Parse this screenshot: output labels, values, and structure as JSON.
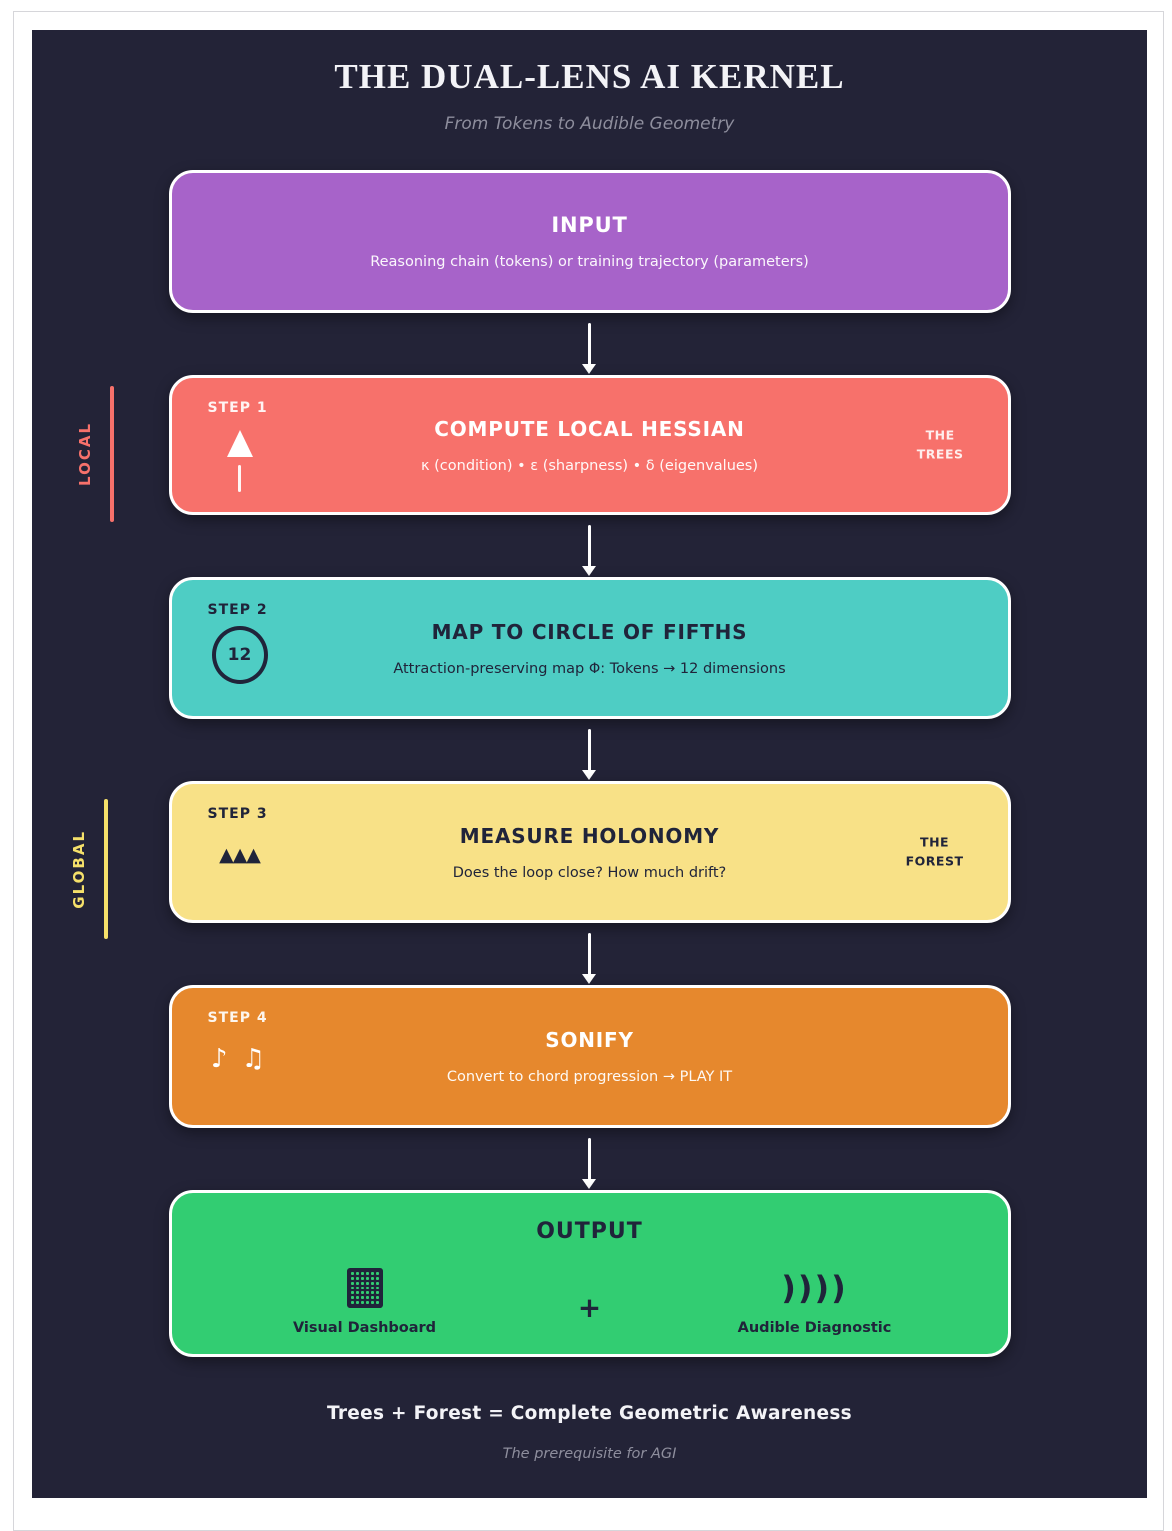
{
  "header": {
    "title": "THE DUAL-LENS AI KERNEL",
    "subtitle": "From Tokens to Audible Geometry"
  },
  "rails": {
    "local": {
      "label": "LOCAL",
      "color": "#f7716b"
    },
    "global": {
      "label": "GLOBAL",
      "color": "#f5e06a"
    }
  },
  "nodes": {
    "input": {
      "title": "INPUT",
      "desc": "Reasoning chain (tokens) or training trajectory (parameters)",
      "color": "#a763c9"
    },
    "step1": {
      "tag": "STEP 1",
      "title": "COMPUTE LOCAL HESSIAN",
      "desc": "κ (condition)  •  ε (sharpness)  •  δ (eigenvalues)",
      "side_label": "THE\nTREES",
      "icon": "tree-icon",
      "color": "#f7716b"
    },
    "step2": {
      "tag": "STEP 2",
      "title": "MAP TO CIRCLE OF FIFTHS",
      "desc": "Attraction-preserving map Φ: Tokens → 12 dimensions",
      "icon_text": "12",
      "icon": "circle-of-fifths-icon",
      "color": "#4ecdc4"
    },
    "step3": {
      "tag": "STEP 3",
      "title": "MEASURE HOLONOMY",
      "desc": "Does the loop close? How much drift?",
      "side_label": "THE\nFOREST",
      "icon_text": "▲▲▲",
      "icon": "mountains-icon",
      "color": "#f8e187"
    },
    "step4": {
      "tag": "STEP 4",
      "title": "SONIFY",
      "desc": "Convert to chord progression → PLAY IT",
      "icon_text": "♪ ♫",
      "icon": "music-notes-icon",
      "color": "#e6882d"
    },
    "output": {
      "title": "OUTPUT",
      "plus": "+",
      "items": [
        {
          "icon": "grid-icon",
          "label": "Visual Dashboard"
        },
        {
          "icon": "sound-waves-icon",
          "icon_text": "))))",
          "label": "Audible Diagnostic"
        }
      ],
      "color": "#32cd72"
    }
  },
  "footer": {
    "headline": "Trees + Forest = Complete Geometric Awareness",
    "tagline": "The prerequisite for AGI"
  },
  "colors": {
    "canvas": "#232337",
    "box_border": "#ffffff",
    "dark_text": "#20243a"
  }
}
